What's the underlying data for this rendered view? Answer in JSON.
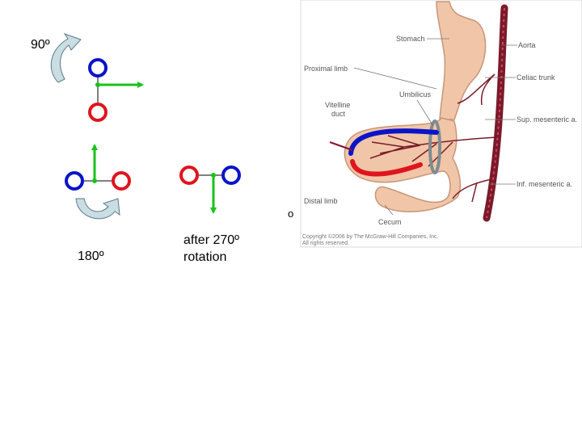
{
  "labels": {
    "rot90": "90º",
    "rot180": "180º",
    "after_line1": "after 270º",
    "after_line2": "rotation",
    "stray": "o"
  },
  "figure": {
    "stomach": "Stomach",
    "aorta": "Aorta",
    "proximal_limb": "Proximal limb",
    "celiac_trunk": "Celiac trunk",
    "umbilicus": "Umbilicus",
    "vitelline_duct_1": "Vitelline",
    "vitelline_duct_2": "duct",
    "sup_mesenteric": "Sup. mesenteric a.",
    "inf_mesenteric": "Inf. mesenteric a.",
    "distal_limb": "Distal limb",
    "cecum": "Cecum",
    "copyright_1": "Copyright ©2006 by The McGraw-Hill Companies, Inc.",
    "copyright_2": "All rights reserved."
  },
  "colors": {
    "blue": "#0a14c8",
    "red": "#e0141e",
    "green": "#19c319",
    "arrow_fill": "#c9dde3",
    "gut": "#f1c6a8",
    "gut_stroke": "#c79577",
    "artery": "#7a1a2a"
  }
}
